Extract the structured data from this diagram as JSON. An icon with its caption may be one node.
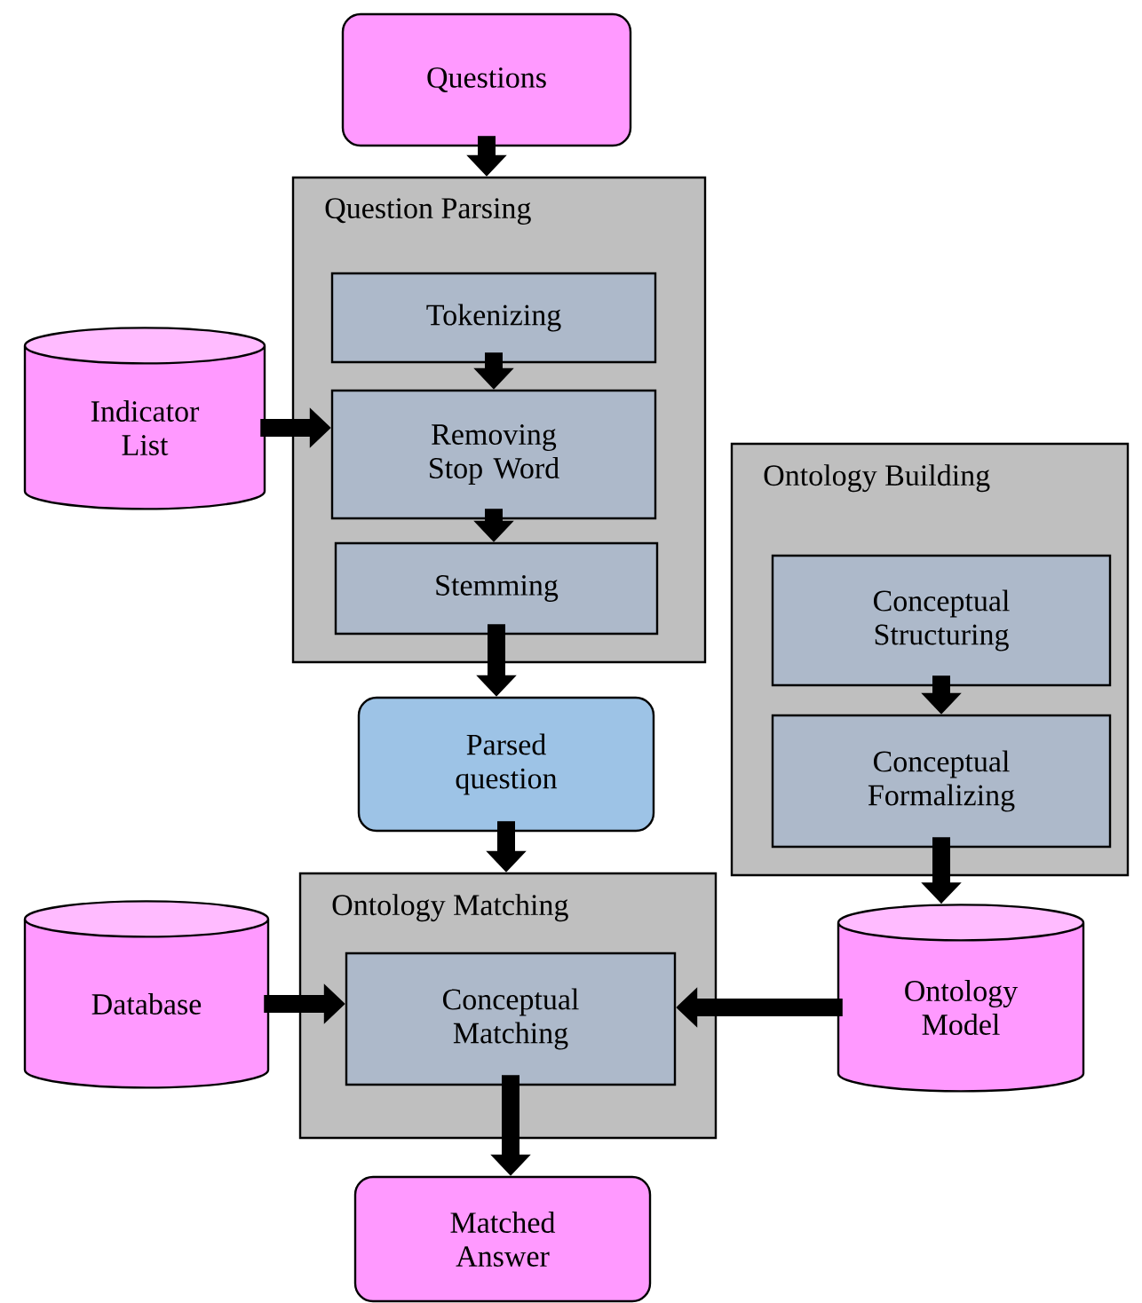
{
  "diagram": {
    "nodes": [
      {
        "text": [
          "Questions"
        ]
      },
      {
        "text": [
          "Question Parsing"
        ]
      },
      {
        "text": [
          "Tokenizing"
        ],
        "in": 1
      },
      {
        "text": [
          "Removing Stop Word"
        ],
        "in": 1
      },
      {
        "text": [
          "Stemming"
        ],
        "in": 1
      },
      {
        "text": [
          "Indicator List"
        ]
      },
      {
        "text": [
          "Ontology Building"
        ]
      },
      {
        "text": [
          "Conceptual Structuring"
        ],
        "in": 6
      },
      {
        "text": [
          "Conceptual Formalizing"
        ],
        "in": 6
      },
      {
        "text": [
          "Parsed question"
        ]
      },
      {
        "text": [
          "Ontology Matching"
        ]
      },
      {
        "text": [
          "Conceptual Matching"
        ],
        "in": 10
      },
      {
        "text": [
          "Database"
        ]
      },
      {
        "text": [
          "Ontology Model"
        ]
      },
      {
        "text": [
          "Matched Answer"
        ]
      }
    ],
    "edges": [
      {
        "from": 0,
        "to": 1,
        "arrow": "to"
      },
      {
        "from": 2,
        "to": 3,
        "arrow": "to"
      },
      {
        "from": 5,
        "to": 3,
        "arrow": "to"
      },
      {
        "from": 3,
        "to": 4,
        "arrow": "to"
      },
      {
        "from": 4,
        "to": 9,
        "arrow": "to"
      },
      {
        "from": 7,
        "to": 8,
        "arrow": "to"
      },
      {
        "from": 9,
        "to": 10,
        "arrow": "to"
      },
      {
        "from": 8,
        "to": 13,
        "arrow": "to"
      },
      {
        "from": 12,
        "to": 11,
        "arrow": "to"
      },
      {
        "from": 13,
        "to": 11,
        "arrow": "to"
      },
      {
        "from": 11,
        "to": 14,
        "arrow": "to"
      }
    ]
  }
}
